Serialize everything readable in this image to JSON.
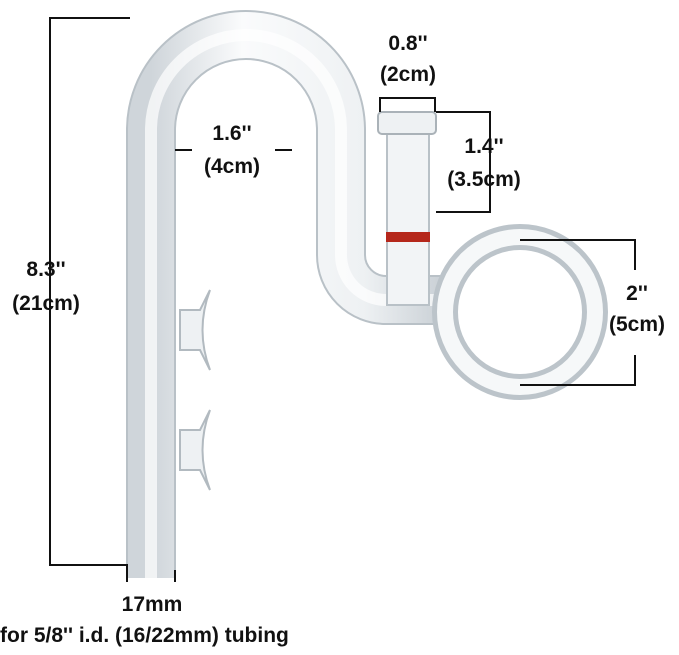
{
  "dimensions": {
    "height": {
      "inch": "8.3''",
      "cm": "(21cm)"
    },
    "loop_width": {
      "inch": "1.6''",
      "cm": "(4cm)"
    },
    "skimmer_width": {
      "inch": "0.8''",
      "cm": "(2cm)"
    },
    "skimmer_height": {
      "inch": "1.4''",
      "cm": "(3.5cm)"
    },
    "ring_diameter": {
      "inch": "2''",
      "cm": "(5cm)"
    },
    "tube_diameter": "17mm"
  },
  "caption": "for 5/8'' i.d. (16/22mm) tubing",
  "colors": {
    "line": "#111111",
    "glass": "#e8ecef",
    "band": "#b5271b"
  }
}
